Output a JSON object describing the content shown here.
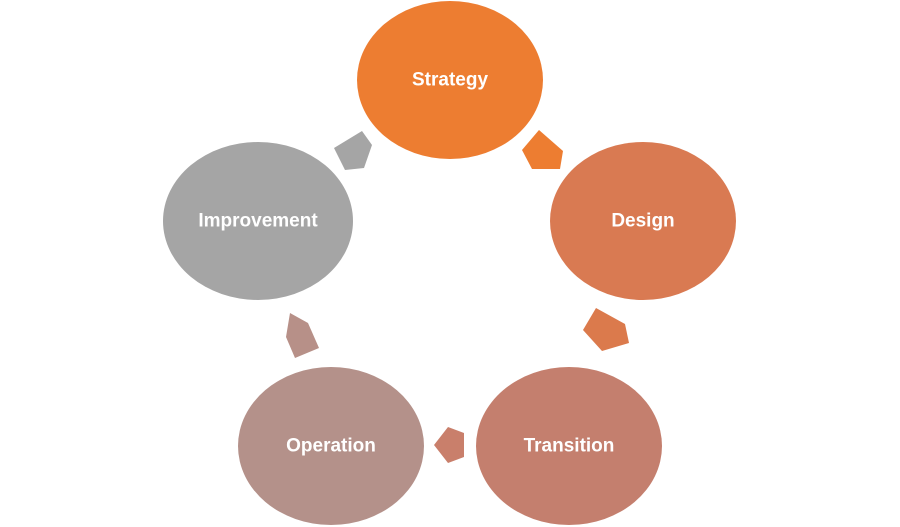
{
  "diagram": {
    "nodes": [
      {
        "id": "strategy",
        "label": "Strategy",
        "color": "#ED7D31"
      },
      {
        "id": "design",
        "label": "Design",
        "color": "#D97A52"
      },
      {
        "id": "transition",
        "label": "Transition",
        "color": "#C47F6E"
      },
      {
        "id": "operation",
        "label": "Operation",
        "color": "#B4918A"
      },
      {
        "id": "improvement",
        "label": "Improvement",
        "color": "#A5A5A5"
      }
    ],
    "arrows": [
      {
        "from": "strategy",
        "to": "design",
        "color": "#ED7D31"
      },
      {
        "from": "design",
        "to": "transition",
        "color": "#DB7A4C"
      },
      {
        "from": "transition",
        "to": "operation",
        "color": "#C97F6B"
      },
      {
        "from": "operation",
        "to": "improvement",
        "color": "#B79088"
      },
      {
        "from": "improvement",
        "to": "strategy",
        "color": "#A5A5A5"
      }
    ]
  }
}
